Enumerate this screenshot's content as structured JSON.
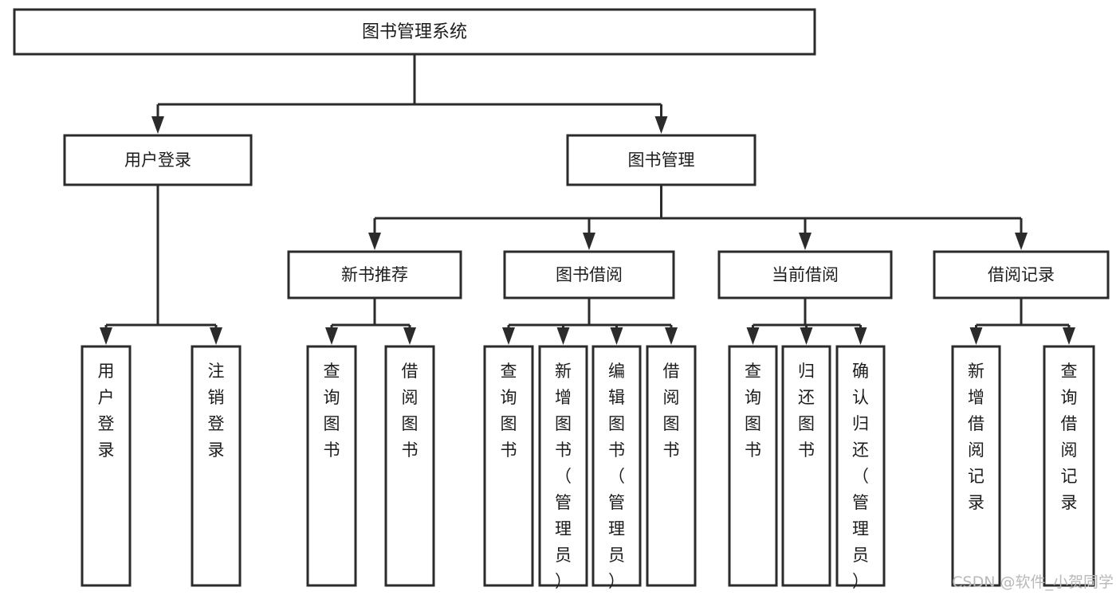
{
  "diagram": {
    "type": "tree",
    "title": "图书管理系统",
    "orientation": "top-down",
    "colors": {
      "background": "#ffffff",
      "box_fill": "#ffffff",
      "box_stroke": "#2b2b2b",
      "text": "#1c1c1c",
      "watermark": "#b9b9b9"
    },
    "levels": [
      {
        "level": 0,
        "nodes": [
          {
            "id": "root",
            "label": "图书管理系统",
            "text_direction": "horizontal"
          }
        ]
      },
      {
        "level": 1,
        "nodes": [
          {
            "id": "l1-0",
            "label": "用户登录",
            "parent": "root",
            "text_direction": "horizontal"
          },
          {
            "id": "l1-1",
            "label": "图书管理",
            "parent": "root",
            "text_direction": "horizontal"
          }
        ]
      },
      {
        "level": 2,
        "nodes": [
          {
            "id": "l2-0",
            "label": "新书推荐",
            "parent": "l1-1",
            "text_direction": "horizontal"
          },
          {
            "id": "l2-1",
            "label": "图书借阅",
            "parent": "l1-1",
            "text_direction": "horizontal"
          },
          {
            "id": "l2-2",
            "label": "当前借阅",
            "parent": "l1-1",
            "text_direction": "horizontal"
          },
          {
            "id": "l2-3",
            "label": "借阅记录",
            "parent": "l1-1",
            "text_direction": "horizontal"
          }
        ]
      },
      {
        "level": 3,
        "nodes": [
          {
            "id": "l3-0",
            "label": "用户登录",
            "parent": "l1-0",
            "text_direction": "vertical"
          },
          {
            "id": "l3-1",
            "label": "注销登录",
            "parent": "l1-0",
            "text_direction": "vertical"
          },
          {
            "id": "l3-2",
            "label": "查询图书",
            "parent": "l2-0",
            "text_direction": "vertical"
          },
          {
            "id": "l3-3",
            "label": "借阅图书",
            "parent": "l2-0",
            "text_direction": "vertical"
          },
          {
            "id": "l3-4",
            "label": "查询图书",
            "parent": "l2-1",
            "text_direction": "vertical"
          },
          {
            "id": "l3-5",
            "label": "新增图书（管理员）",
            "parent": "l2-1",
            "text_direction": "vertical"
          },
          {
            "id": "l3-6",
            "label": "编辑图书（管理员）",
            "parent": "l2-1",
            "text_direction": "vertical"
          },
          {
            "id": "l3-7",
            "label": "借阅图书",
            "parent": "l2-1",
            "text_direction": "vertical"
          },
          {
            "id": "l3-8",
            "label": "查询图书",
            "parent": "l2-2",
            "text_direction": "vertical"
          },
          {
            "id": "l3-9",
            "label": "归还图书",
            "parent": "l2-2",
            "text_direction": "vertical"
          },
          {
            "id": "l3-10",
            "label": "确认归还（管理员）",
            "parent": "l2-2",
            "text_direction": "vertical"
          },
          {
            "id": "l3-11",
            "label": "新增借阅记录",
            "parent": "l2-3",
            "text_direction": "vertical"
          },
          {
            "id": "l3-12",
            "label": "查询借阅记录",
            "parent": "l2-3",
            "text_direction": "vertical"
          }
        ]
      }
    ]
  },
  "watermark": {
    "text": "CSDN @软件_小贺同学"
  }
}
